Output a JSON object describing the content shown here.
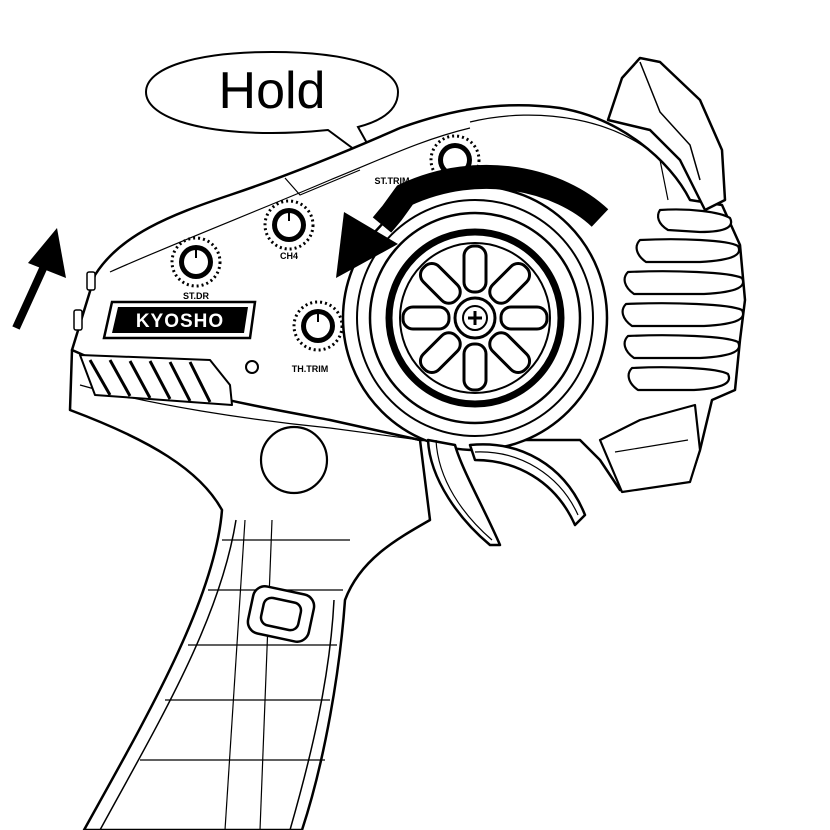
{
  "callout": {
    "text": "Hold"
  },
  "brand": {
    "logo_text": "KYOSHO"
  },
  "knobs": {
    "st_trim": "ST.TRIM",
    "st_dr": "ST.DR",
    "ch4": "CH4",
    "th_trim": "TH.TRIM"
  },
  "colors": {
    "ink": "#000000",
    "background": "#ffffff"
  }
}
